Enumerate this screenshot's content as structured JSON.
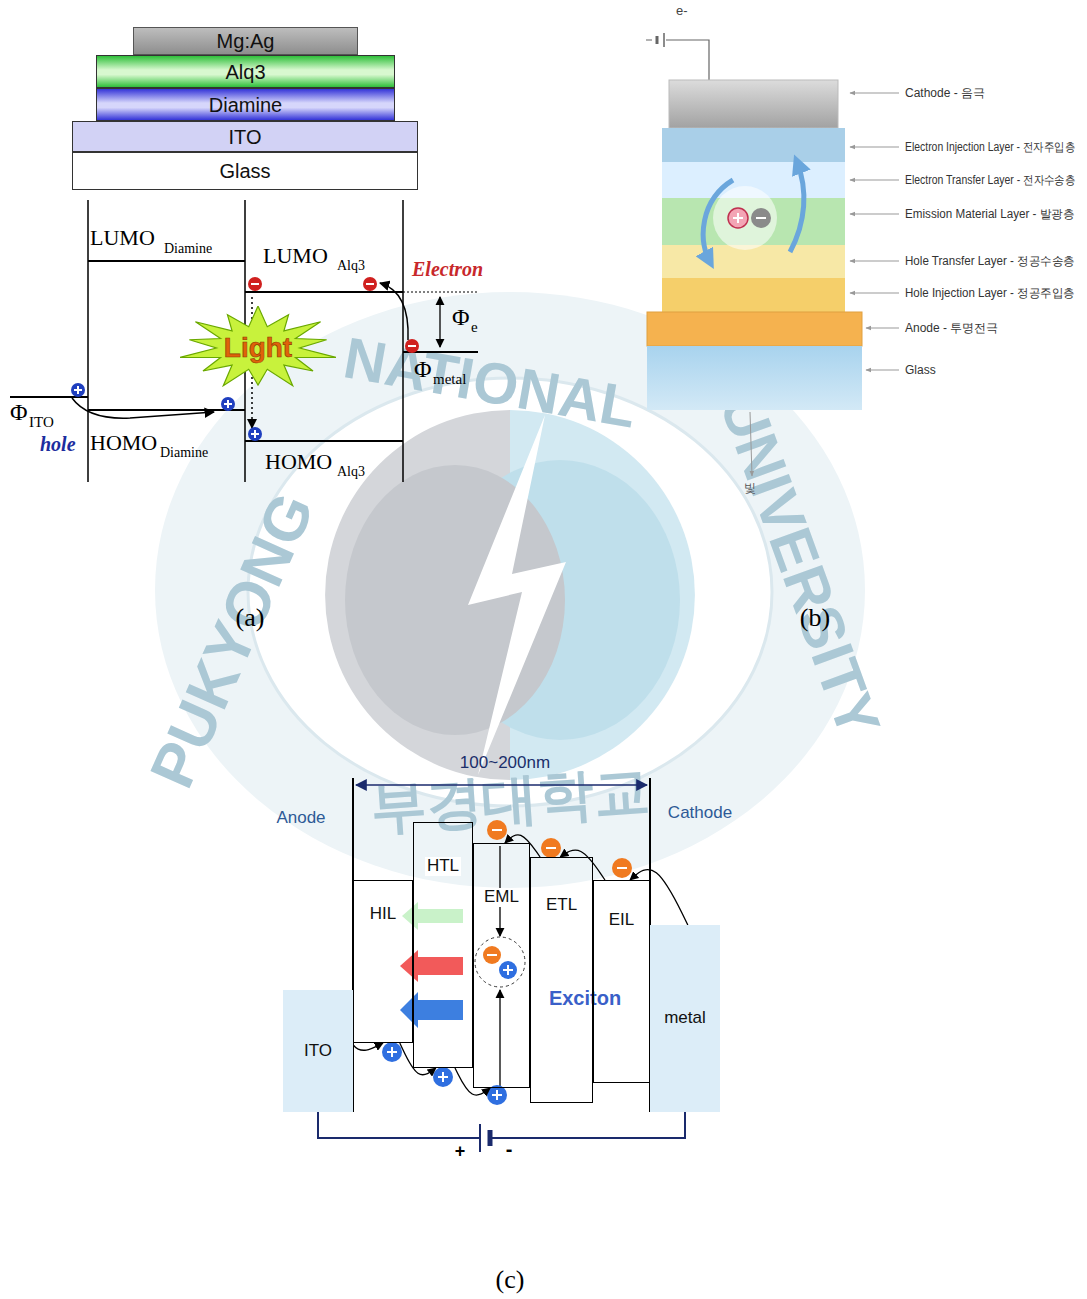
{
  "diagram": {
    "nodes": [
      {
        "text": [
          "Mg:Ag"
        ]
      },
      {
        "text": [
          "Alq3"
        ]
      },
      {
        "text": [
          "Diamine"
        ]
      },
      {
        "text": [
          "ITO"
        ]
      },
      {
        "text": [
          "Glass"
        ]
      },
      {
        "text": [
          "Light"
        ]
      },
      {
        "text": [
          "ITO"
        ]
      },
      {
        "text": [
          "HIL"
        ]
      },
      {
        "text": [
          "HTL"
        ]
      },
      {
        "text": [
          "EML"
        ]
      },
      {
        "text": [
          "ETL"
        ]
      },
      {
        "text": [
          "EIL"
        ]
      },
      {
        "text": [
          "metal"
        ]
      }
    ],
    "edges": [
      {
        "from": 6,
        "to": 7,
        "arrow": "to"
      },
      {
        "from": 7,
        "to": 8,
        "arrow": "to"
      },
      {
        "from": 8,
        "to": 9,
        "arrow": "to"
      },
      {
        "from": 12,
        "to": 11,
        "arrow": "to"
      },
      {
        "from": 11,
        "to": 10,
        "arrow": "to"
      },
      {
        "from": 10,
        "to": 9,
        "arrow": "to"
      }
    ],
    "labels": [
      "LUMO",
      "Diamine",
      "LUMO",
      "Alq3",
      "Electron",
      "Φ",
      "e",
      "Φ",
      "metal",
      "Φ",
      "ITO",
      "hole",
      "HOMO",
      "Diamine",
      "HOMO",
      "Alq3",
      "(a)",
      "e-",
      "Cathode - 음극",
      "Electron Injection Layer - 전자주입층",
      "Electron Transfer Layer - 전자수송층",
      "Emission Material Layer - 발광층",
      "Hole Transfer Layer - 정공수송층",
      "Hole Injection Layer - 정공주입층",
      "Anode - 투명전극",
      "Glass",
      "빛",
      "(b)",
      "100~200nm",
      "Anode",
      "Cathode",
      "Exciton",
      "+",
      "-",
      "(c)",
      "PUKYONG",
      "NATIONAL",
      "UNIVERSITY",
      "부경대학교"
    ]
  }
}
